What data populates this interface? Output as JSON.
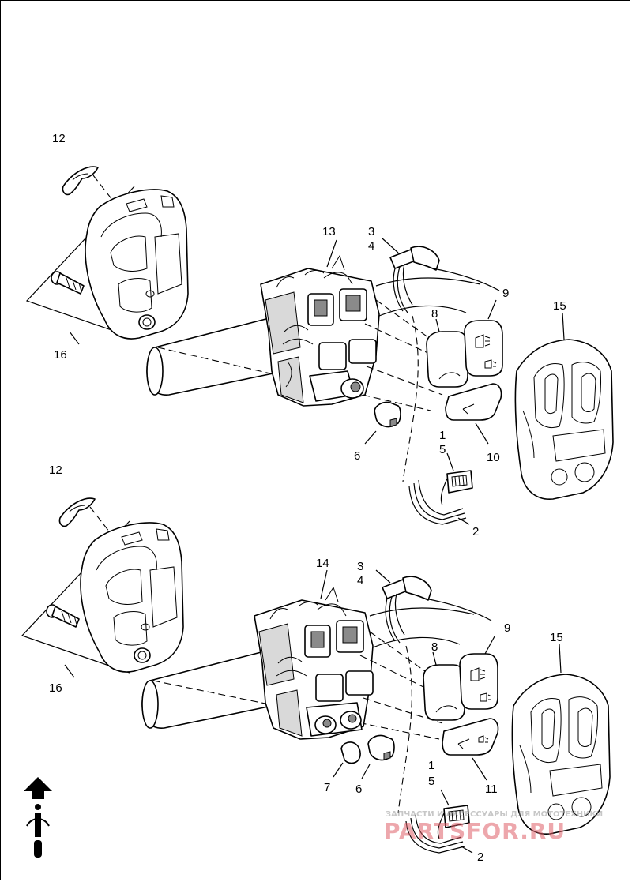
{
  "diagram": {
    "upper_group": {
      "callouts": {
        "grip_cover_12": "12",
        "housing_16": "16",
        "switch_assembly_13": "13",
        "connector_3": "3",
        "connector_4": "4",
        "switch_cap_9": "9",
        "switch_cap_8": "8",
        "nacelle_15": "15",
        "switch_1": "1",
        "switch_5": "5",
        "rocker_10": "10",
        "cap_6": "6",
        "harness_2": "2"
      }
    },
    "lower_group": {
      "callouts": {
        "grip_cover_12": "12",
        "housing_16": "16",
        "switch_assembly_14": "14",
        "connector_3": "3",
        "connector_4": "4",
        "switch_cap_9": "9",
        "switch_cap_8": "8",
        "nacelle_15": "15",
        "switch_1": "1",
        "switch_5": "5",
        "rocker_11": "11",
        "cap_7": "7",
        "cap_6": "6",
        "harness_2": "2"
      }
    }
  },
  "watermark": {
    "line1": "ЗАПЧАСТИ И АКСЕССУАРЫ ДЛЯ МОТОТЕХНИКИ",
    "line2": "PARTSFOR.RU"
  },
  "icons": {
    "orientation": "front-arrow-icon"
  }
}
